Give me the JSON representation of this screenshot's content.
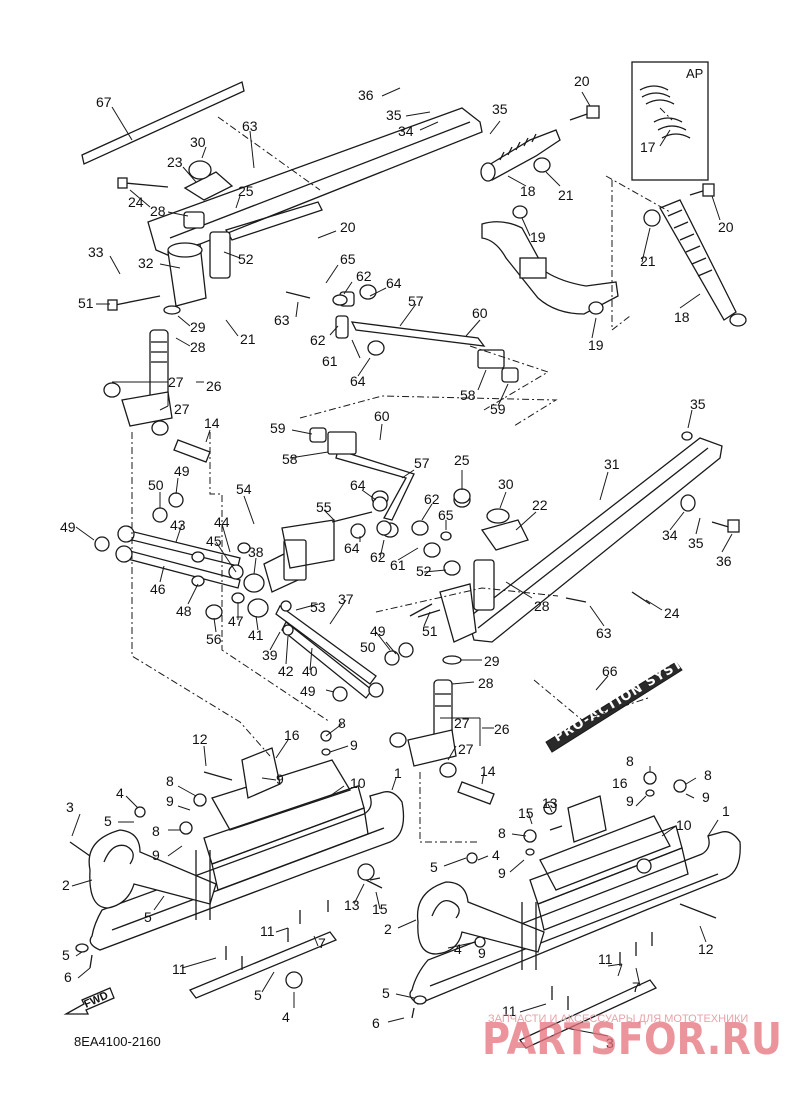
{
  "diagram": {
    "code": "8EA4100-2160",
    "inset_label": "AP",
    "fwd_label": "FWD",
    "decal_text": "PRO-ACTION SYSTEM",
    "callouts": [
      {
        "id": "c1",
        "text": "67"
      },
      {
        "id": "c2",
        "text": "63"
      },
      {
        "id": "c3",
        "text": "30"
      },
      {
        "id": "c4",
        "text": "23"
      },
      {
        "id": "c5",
        "text": "25"
      },
      {
        "id": "c6",
        "text": "24"
      },
      {
        "id": "c7",
        "text": "28"
      },
      {
        "id": "c8",
        "text": "36"
      },
      {
        "id": "c9",
        "text": "35"
      },
      {
        "id": "c10",
        "text": "34"
      },
      {
        "id": "c11",
        "text": "35"
      },
      {
        "id": "c12",
        "text": "20"
      },
      {
        "id": "c13",
        "text": "18"
      },
      {
        "id": "c14",
        "text": "21"
      },
      {
        "id": "c15",
        "text": "17"
      },
      {
        "id": "c16",
        "text": "20"
      },
      {
        "id": "c17",
        "text": "21"
      },
      {
        "id": "c18",
        "text": "18"
      },
      {
        "id": "c19",
        "text": "19"
      },
      {
        "id": "c20",
        "text": "19"
      },
      {
        "id": "c21",
        "text": "20"
      },
      {
        "id": "c22",
        "text": "33"
      },
      {
        "id": "c23",
        "text": "32"
      },
      {
        "id": "c24",
        "text": "52"
      },
      {
        "id": "c25",
        "text": "65"
      },
      {
        "id": "c26",
        "text": "62"
      },
      {
        "id": "c27",
        "text": "64"
      },
      {
        "id": "c28",
        "text": "57"
      },
      {
        "id": "c29",
        "text": "51"
      },
      {
        "id": "c30",
        "text": "29"
      },
      {
        "id": "c31",
        "text": "28"
      },
      {
        "id": "c32",
        "text": "21"
      },
      {
        "id": "c33",
        "text": "63"
      },
      {
        "id": "c34",
        "text": "62"
      },
      {
        "id": "c35",
        "text": "61"
      },
      {
        "id": "c36",
        "text": "60"
      },
      {
        "id": "c37",
        "text": "58"
      },
      {
        "id": "c38",
        "text": "59"
      },
      {
        "id": "c39",
        "text": "64"
      },
      {
        "id": "c40",
        "text": "27"
      },
      {
        "id": "c41",
        "text": "26"
      },
      {
        "id": "c42",
        "text": "27"
      },
      {
        "id": "c43",
        "text": "14"
      },
      {
        "id": "c44",
        "text": "59"
      },
      {
        "id": "c45",
        "text": "60"
      },
      {
        "id": "c46",
        "text": "58"
      },
      {
        "id": "c47",
        "text": "57"
      },
      {
        "id": "c48",
        "text": "35"
      },
      {
        "id": "c49",
        "text": "31"
      },
      {
        "id": "c50",
        "text": "25"
      },
      {
        "id": "c51",
        "text": "30"
      },
      {
        "id": "c52",
        "text": "22"
      },
      {
        "id": "c53",
        "text": "49"
      },
      {
        "id": "c54",
        "text": "50"
      },
      {
        "id": "c55",
        "text": "54"
      },
      {
        "id": "c56",
        "text": "64"
      },
      {
        "id": "c57",
        "text": "55"
      },
      {
        "id": "c58",
        "text": "62"
      },
      {
        "id": "c59",
        "text": "65"
      },
      {
        "id": "c60",
        "text": "34"
      },
      {
        "id": "c61",
        "text": "35"
      },
      {
        "id": "c62",
        "text": "36"
      },
      {
        "id": "c63",
        "text": "49"
      },
      {
        "id": "c64",
        "text": "43"
      },
      {
        "id": "c65",
        "text": "44"
      },
      {
        "id": "c66",
        "text": "45"
      },
      {
        "id": "c67",
        "text": "38"
      },
      {
        "id": "c68",
        "text": "64"
      },
      {
        "id": "c69",
        "text": "62"
      },
      {
        "id": "c70",
        "text": "61"
      },
      {
        "id": "c71",
        "text": "52"
      },
      {
        "id": "c72",
        "text": "28"
      },
      {
        "id": "c73",
        "text": "24"
      },
      {
        "id": "c74",
        "text": "46"
      },
      {
        "id": "c75",
        "text": "48"
      },
      {
        "id": "c76",
        "text": "47"
      },
      {
        "id": "c77",
        "text": "53"
      },
      {
        "id": "c78",
        "text": "51"
      },
      {
        "id": "c79",
        "text": "63"
      },
      {
        "id": "c80",
        "text": "56"
      },
      {
        "id": "c81",
        "text": "41"
      },
      {
        "id": "c82",
        "text": "37"
      },
      {
        "id": "c83",
        "text": "39"
      },
      {
        "id": "c84",
        "text": "42"
      },
      {
        "id": "c85",
        "text": "40"
      },
      {
        "id": "c86",
        "text": "49"
      },
      {
        "id": "c87",
        "text": "50"
      },
      {
        "id": "c88",
        "text": "29"
      },
      {
        "id": "c89",
        "text": "66"
      },
      {
        "id": "c90",
        "text": "49"
      },
      {
        "id": "c91",
        "text": "28"
      },
      {
        "id": "c92",
        "text": "8"
      },
      {
        "id": "c93",
        "text": "9"
      },
      {
        "id": "c94",
        "text": "12"
      },
      {
        "id": "c95",
        "text": "16"
      },
      {
        "id": "c96",
        "text": "27"
      },
      {
        "id": "c97",
        "text": "26"
      },
      {
        "id": "c98",
        "text": "27"
      },
      {
        "id": "c99",
        "text": "1"
      },
      {
        "id": "c100",
        "text": "10"
      },
      {
        "id": "c101",
        "text": "8"
      },
      {
        "id": "c102",
        "text": "9"
      },
      {
        "id": "c103",
        "text": "14"
      },
      {
        "id": "c104",
        "text": "8"
      },
      {
        "id": "c105",
        "text": "8"
      },
      {
        "id": "c106",
        "text": "9"
      },
      {
        "id": "c107",
        "text": "3"
      },
      {
        "id": "c108",
        "text": "4"
      },
      {
        "id": "c109",
        "text": "5"
      },
      {
        "id": "c110",
        "text": "8"
      },
      {
        "id": "c111",
        "text": "9"
      },
      {
        "id": "c112",
        "text": "16"
      },
      {
        "id": "c113",
        "text": "9"
      },
      {
        "id": "c114",
        "text": "15"
      },
      {
        "id": "c115",
        "text": "13"
      },
      {
        "id": "c116",
        "text": "1"
      },
      {
        "id": "c117",
        "text": "8"
      },
      {
        "id": "c118",
        "text": "10"
      },
      {
        "id": "c119",
        "text": "9"
      },
      {
        "id": "c120",
        "text": "2"
      },
      {
        "id": "c121",
        "text": "5"
      },
      {
        "id": "c122",
        "text": "13"
      },
      {
        "id": "c123",
        "text": "15"
      },
      {
        "id": "c124",
        "text": "5"
      },
      {
        "id": "c125",
        "text": "4"
      },
      {
        "id": "c126",
        "text": "9"
      },
      {
        "id": "c127",
        "text": "11"
      },
      {
        "id": "c128",
        "text": "7"
      },
      {
        "id": "c129",
        "text": "5"
      },
      {
        "id": "c130",
        "text": "6"
      },
      {
        "id": "c131",
        "text": "11"
      },
      {
        "id": "c132",
        "text": "5"
      },
      {
        "id": "c133",
        "text": "4"
      },
      {
        "id": "c134",
        "text": "2"
      },
      {
        "id": "c135",
        "text": "4"
      },
      {
        "id": "c136",
        "text": "9"
      },
      {
        "id": "c137",
        "text": "12"
      },
      {
        "id": "c138",
        "text": "11"
      },
      {
        "id": "c139",
        "text": "7"
      },
      {
        "id": "c140",
        "text": "5"
      },
      {
        "id": "c141",
        "text": "6"
      },
      {
        "id": "c142",
        "text": "11"
      },
      {
        "id": "c143",
        "text": "3"
      }
    ]
  },
  "watermark": {
    "caption": "ЗАПЧАСТИ И АКСЕССУАРЫ ДЛЯ МОТОТЕХНИКИ",
    "brand": "PARTSFOR.RU",
    "color": "#e6717c"
  }
}
